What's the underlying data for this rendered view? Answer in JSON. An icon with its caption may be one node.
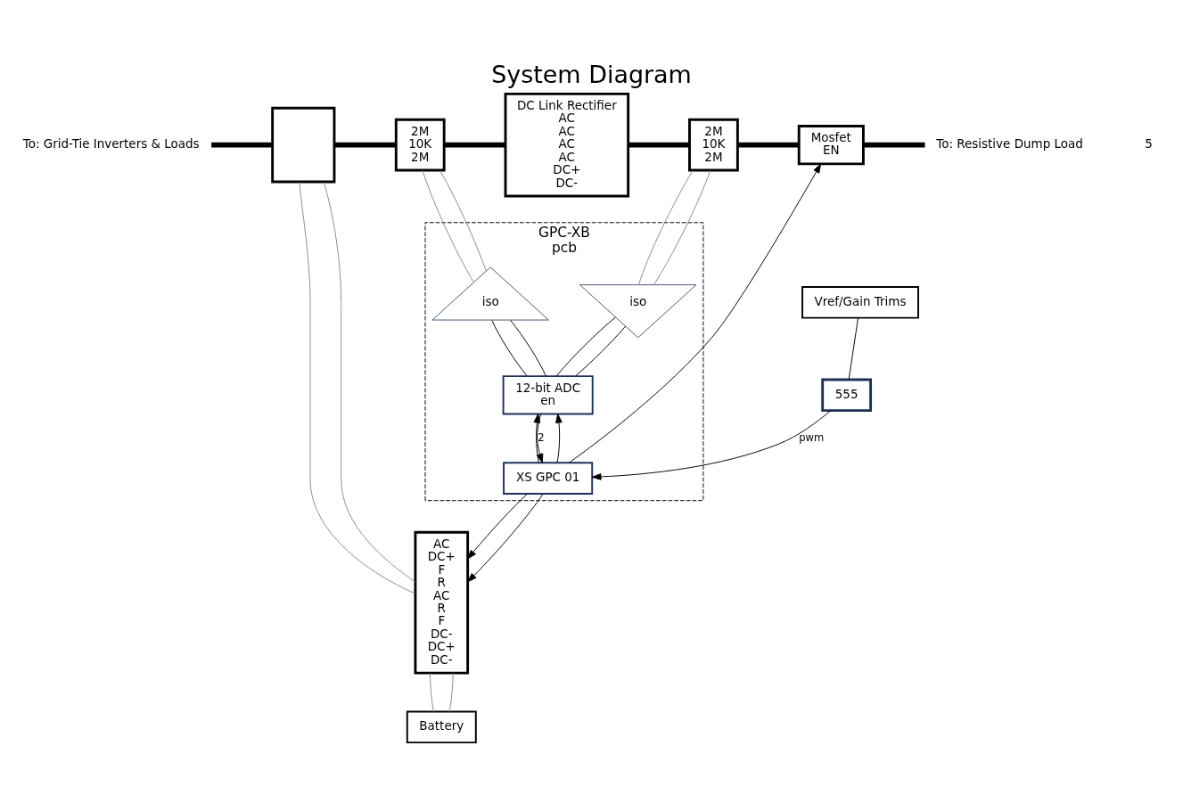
{
  "diagram": {
    "title": "System Diagram",
    "nodes": [
      {
        "text": [
          "To: Grid-Tie Inverters & Loads"
        ]
      },
      {
        "text": [],
        "shape": "box"
      },
      {
        "text": [
          "2M",
          "10K",
          "2M"
        ]
      },
      {
        "text": [
          "DC Link Rectifier",
          "AC",
          "AC",
          "AC",
          "AC",
          "DC+",
          "DC-"
        ]
      },
      {
        "text": [
          "2M",
          "10K",
          "2M"
        ]
      },
      {
        "text": [
          "Mosfet",
          "EN"
        ]
      },
      {
        "text": [
          "To: Resistive Dump Load"
        ]
      },
      {
        "text": [
          "GPC-XB",
          "pcb"
        ]
      },
      {
        "text": [
          "iso"
        ],
        "in": 7
      },
      {
        "text": [
          "iso"
        ],
        "in": 7
      },
      {
        "text": [
          "12-bit ADC",
          "en"
        ],
        "in": 7
      },
      {
        "text": [
          "XS GPC 01"
        ],
        "in": 7
      },
      {
        "text": [
          "AC",
          "DC+",
          "F",
          "R",
          "AC",
          "R",
          "F",
          "DC-",
          "DC+",
          "DC-"
        ]
      },
      {
        "text": [
          "Battery"
        ]
      },
      {
        "text": [
          "555"
        ]
      },
      {
        "text": [
          "Vref/Gain Trims"
        ]
      }
    ],
    "edges": [
      {
        "from": 0,
        "to": 1,
        "arrow": "none",
        "style": "thick"
      },
      {
        "from": 1,
        "to": 2,
        "arrow": "none",
        "style": "thick"
      },
      {
        "from": 2,
        "to": 3,
        "arrow": "none",
        "style": "thick"
      },
      {
        "from": 3,
        "to": 4,
        "arrow": "none",
        "style": "thick"
      },
      {
        "from": 4,
        "to": 5,
        "arrow": "none",
        "style": "thick"
      },
      {
        "from": 5,
        "to": 6,
        "arrow": "none",
        "style": "thick"
      },
      {
        "from": 1,
        "to": 12,
        "arrow": "none",
        "color": "#888888"
      },
      {
        "from": 1,
        "to": 12,
        "arrow": "none",
        "color": "#888888"
      },
      {
        "from": 2,
        "to": 8,
        "arrow": "none",
        "color": "#888888"
      },
      {
        "from": 2,
        "to": 8,
        "arrow": "none",
        "color": "#888888"
      },
      {
        "from": 8,
        "to": 10,
        "arrow": "none"
      },
      {
        "from": 8,
        "to": 10,
        "arrow": "none"
      },
      {
        "from": 4,
        "to": 9,
        "arrow": "none",
        "color": "#888888"
      },
      {
        "from": 4,
        "to": 9,
        "arrow": "none",
        "color": "#888888"
      },
      {
        "from": 9,
        "to": 10,
        "arrow": "none"
      },
      {
        "from": 9,
        "to": 10,
        "arrow": "none"
      },
      {
        "from": 11,
        "to": 10,
        "arrow": "to"
      },
      {
        "from": 11,
        "to": 10,
        "arrow": "to"
      },
      {
        "from": 10,
        "to": 11,
        "arrow": "to",
        "label": "2"
      },
      {
        "from": 11,
        "to": 12,
        "arrow": "to"
      },
      {
        "from": 11,
        "to": 12,
        "arrow": "to"
      },
      {
        "from": 11,
        "to": 5,
        "arrow": "to"
      },
      {
        "from": 14,
        "to": 11,
        "arrow": "to",
        "label": "pwm"
      },
      {
        "from": 15,
        "to": 14,
        "arrow": "none"
      },
      {
        "from": 12,
        "to": 13,
        "arrow": "none",
        "color": "#888888"
      },
      {
        "from": 12,
        "to": 13,
        "arrow": "none",
        "color": "#888888"
      }
    ],
    "labels": [
      "5"
    ]
  }
}
